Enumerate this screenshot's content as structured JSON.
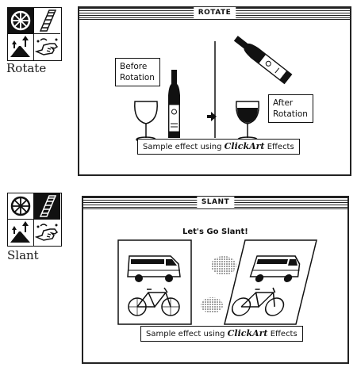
{
  "panels": [
    {
      "caption": "Rotate",
      "window_title": "ROTATE",
      "before_label_1": "Before",
      "before_label_2": "Rotation",
      "after_label_1": "After",
      "after_label_2": "Rotation",
      "sample_prefix": "Sample effect using",
      "sample_brand": "ClickArt",
      "sample_suffix": "Effects",
      "tools": [
        "rotate-wheel-icon",
        "slant-icon",
        "stretch-icon",
        "distort-hand-icon"
      ],
      "selected_tool": "rotate-wheel-icon"
    },
    {
      "caption": "Slant",
      "window_title": "SLANT",
      "heading": "Let's Go Slant!",
      "sample_prefix": "Sample effect using",
      "sample_brand": "ClickArt",
      "sample_suffix": "Effects",
      "tools": [
        "rotate-wheel-icon",
        "slant-icon",
        "stretch-icon",
        "distort-hand-icon"
      ],
      "selected_tool": "slant-icon"
    }
  ]
}
